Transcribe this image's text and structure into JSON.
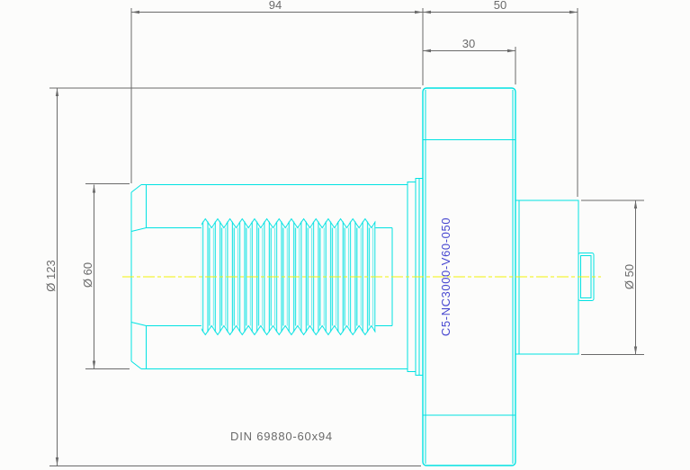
{
  "drawing": {
    "dimensions": {
      "shank_length": "94",
      "head_length": "50",
      "flange_width": "30",
      "flange_dia": "Ø 123",
      "shank_dia": "Ø 60",
      "spindle_dia": "Ø 50"
    },
    "labels": {
      "din_designation": "DIN 69880-60x94",
      "part_number": "C5-NC3000-V60-050"
    }
  },
  "colors": {
    "geometry": "#00e2e2",
    "dimension": "#6a6a6a",
    "centerline": "#f2f20a",
    "partnumber": "#4848d0",
    "background": "#fcfcfb"
  }
}
